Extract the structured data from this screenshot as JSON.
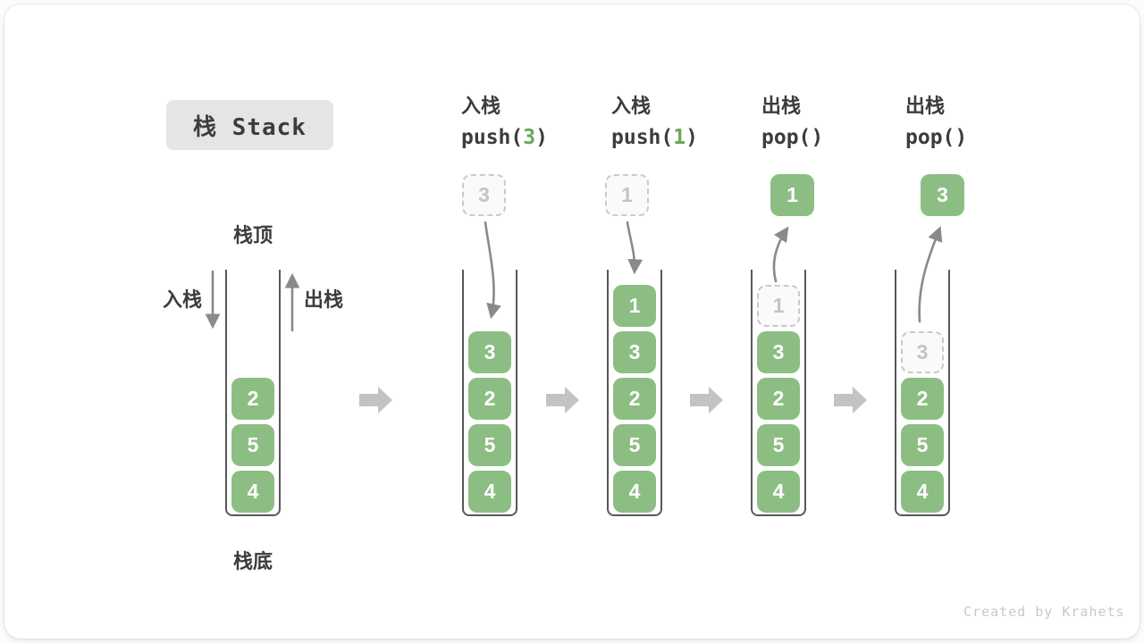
{
  "title": {
    "label": "栈 Stack"
  },
  "legend": {
    "top_label": "栈顶",
    "bottom_label": "栈底",
    "push_label": "入栈",
    "pop_label": "出栈"
  },
  "footer": {
    "credit": "Created by Krahets"
  },
  "colors": {
    "element_green": "#8CBE84",
    "code_green": "#69A758",
    "dark_text": "#3C3C3C",
    "arrow_gray": "#8A8A8A",
    "block_arrow_gray": "#C3C3C3",
    "ghost_gray": "#C4C4C4",
    "title_bg": "#E5E5E5"
  },
  "stacks": [
    {
      "name": "stack-initial",
      "label": null,
      "floating": null,
      "elements": [
        {
          "value": "2",
          "variant": "solid"
        },
        {
          "value": "5",
          "variant": "solid"
        },
        {
          "value": "4",
          "variant": "solid"
        }
      ]
    },
    {
      "name": "stack-push-3",
      "label": {
        "line1": "入栈",
        "code_parts": [
          "push(",
          "3",
          ")"
        ]
      },
      "floating": {
        "value": "3",
        "variant": "dashed"
      },
      "elements": [
        {
          "value": "3",
          "variant": "solid"
        },
        {
          "value": "2",
          "variant": "solid"
        },
        {
          "value": "5",
          "variant": "solid"
        },
        {
          "value": "4",
          "variant": "solid"
        }
      ]
    },
    {
      "name": "stack-push-1",
      "label": {
        "line1": "入栈",
        "code_parts": [
          "push(",
          "1",
          ")"
        ]
      },
      "floating": {
        "value": "1",
        "variant": "dashed"
      },
      "elements": [
        {
          "value": "1",
          "variant": "solid"
        },
        {
          "value": "3",
          "variant": "solid"
        },
        {
          "value": "2",
          "variant": "solid"
        },
        {
          "value": "5",
          "variant": "solid"
        },
        {
          "value": "4",
          "variant": "solid"
        }
      ]
    },
    {
      "name": "stack-pop-1",
      "label": {
        "line1": "出栈",
        "code_parts": [
          "pop()",
          "",
          ""
        ]
      },
      "floating": {
        "value": "1",
        "variant": "solid"
      },
      "elements": [
        {
          "value": "1",
          "variant": "ghost"
        },
        {
          "value": "3",
          "variant": "solid"
        },
        {
          "value": "2",
          "variant": "solid"
        },
        {
          "value": "5",
          "variant": "solid"
        },
        {
          "value": "4",
          "variant": "solid"
        }
      ]
    },
    {
      "name": "stack-pop-3",
      "label": {
        "line1": "出栈",
        "code_parts": [
          "pop()",
          "",
          ""
        ]
      },
      "floating": {
        "value": "3",
        "variant": "solid"
      },
      "elements": [
        {
          "value": "3",
          "variant": "ghost"
        },
        {
          "value": "2",
          "variant": "solid"
        },
        {
          "value": "5",
          "variant": "solid"
        },
        {
          "value": "4",
          "variant": "solid"
        }
      ]
    }
  ]
}
